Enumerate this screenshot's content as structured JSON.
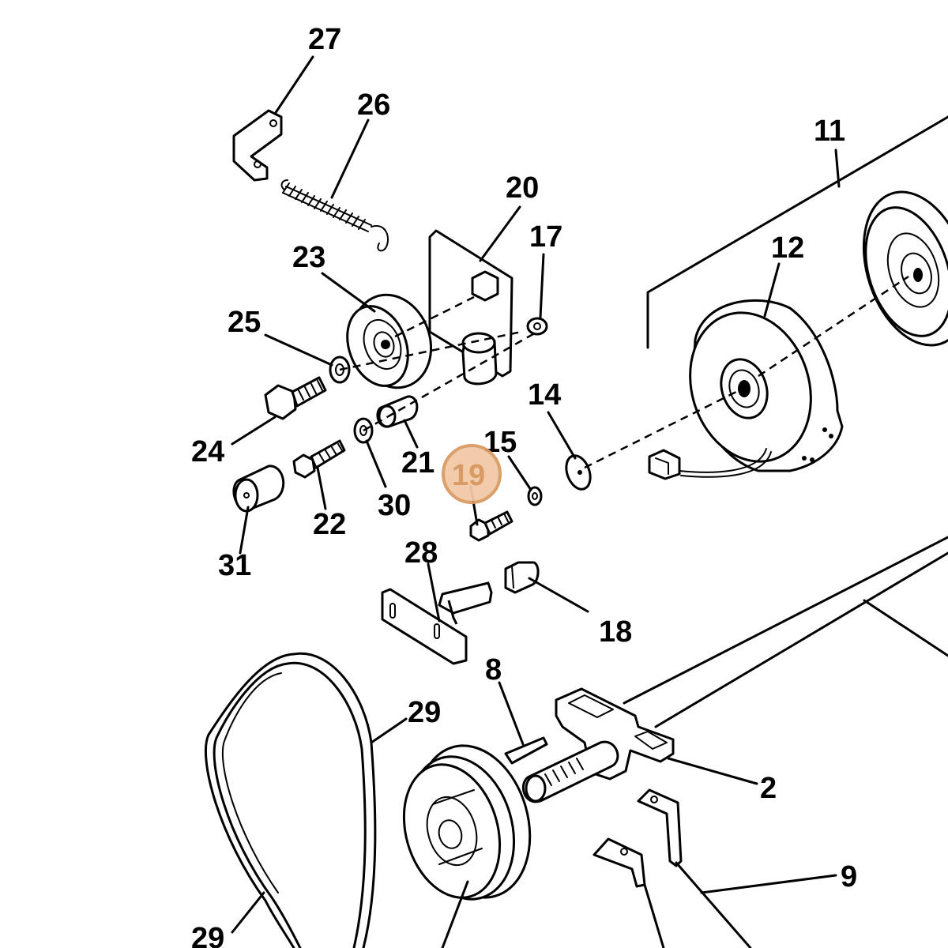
{
  "highlight": {
    "label": "19",
    "color": "#d99a63",
    "fill": "#f1c9a6"
  },
  "callouts": {
    "c27": "27",
    "c26": "26",
    "c20": "20",
    "c17": "17",
    "c11": "11",
    "c12": "12",
    "c23": "23",
    "c25": "25",
    "c24": "24",
    "c21": "21",
    "c14": "14",
    "c15": "15",
    "c30": "30",
    "c22": "22",
    "c31": "31",
    "c28": "28",
    "c18": "18",
    "c8": "8",
    "c29a": "29",
    "c2": "2",
    "c9": "9",
    "c29b": "29"
  }
}
